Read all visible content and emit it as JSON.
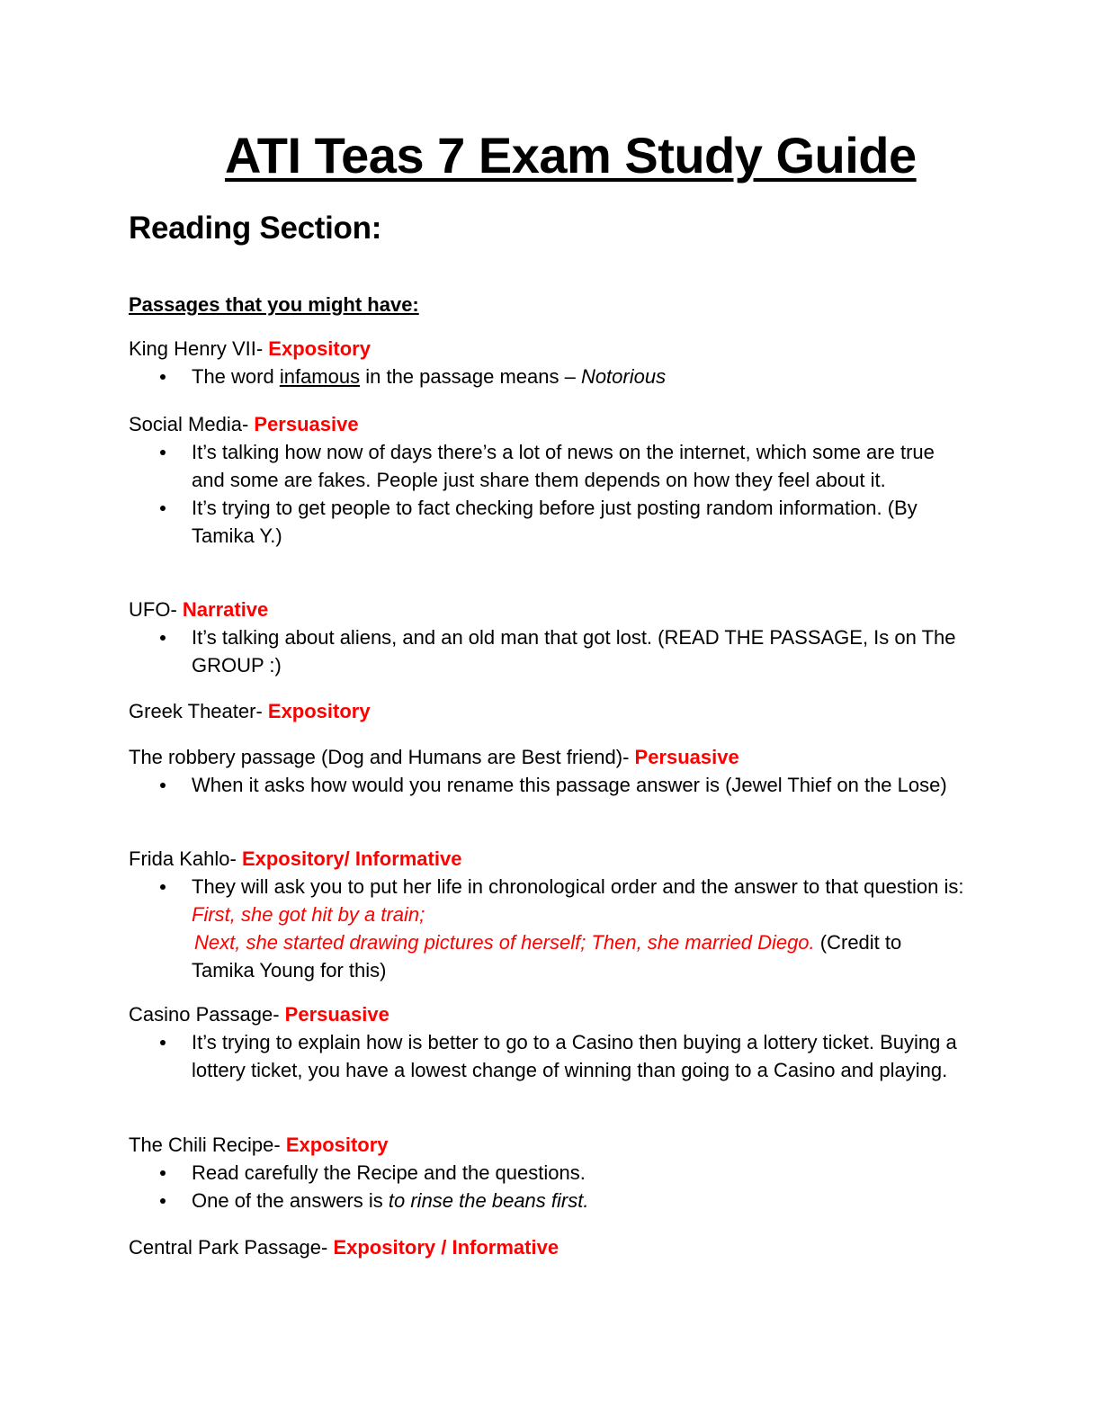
{
  "document": {
    "title": "ATI Teas 7 Exam Study Guide",
    "section_heading": "Reading Section:",
    "subheading": "Passages that you might have:",
    "accent_color": "#ff0000"
  },
  "passages": [
    {
      "name": "King Henry VII- ",
      "type": "Expository",
      "bullets": [
        {
          "pre": "The word ",
          "underlined": "infamous",
          "mid": " in the passage means – ",
          "italic": "Notorious"
        }
      ]
    },
    {
      "name": "Social Media- ",
      "type": "Persuasive",
      "bullets": [
        {
          "text": "It’s talking how now of days there’s a lot of news on the internet, which some are true and some are fakes. People just share them depends on how they feel about it."
        },
        {
          "text": "It’s trying to get people to fact checking before just posting random information. (By Tamika Y.)"
        }
      ]
    },
    {
      "name": "UFO- ",
      "type": "Narrative",
      "bullets": [
        {
          "text": "It’s talking about aliens, and an old man that got lost. (READ THE PASSAGE, Is on The GROUP :)"
        }
      ]
    },
    {
      "name": "Greek Theater- ",
      "type": "Expository",
      "bullets": []
    },
    {
      "name": "The robbery passage (Dog and Humans are Best friend)- ",
      "type": "Persuasive",
      "bullets": [
        {
          "text": "When it asks how would you rename this passage answer is (Jewel Thief on the Lose)"
        }
      ]
    },
    {
      "name": "Frida Kahlo- ",
      "type": "Expository/ Informative",
      "bullets": [
        {
          "pre": "They will ask you to put her life in chronological order and the answer to that question is: ",
          "red_italic_1": "First, she got hit by a train;",
          "red_italic_2": "Next, she started drawing pictures of herself; Then, she married Diego.",
          "post": " (Credit to Tamika Young for this)"
        }
      ]
    },
    {
      "name": "Casino Passage- ",
      "type": "Persuasive",
      "bullets": [
        {
          "text": "It’s trying to explain how is better to go to a Casino then buying a lottery ticket. Buying a lottery ticket, you have a lowest change of winning than going to a Casino and playing."
        }
      ]
    },
    {
      "name": "The Chili Recipe- ",
      "type": "Expository",
      "bullets": [
        {
          "text": "Read carefully the Recipe and the questions."
        },
        {
          "pre": "One of the answers is ",
          "italic": "to rinse the beans first."
        }
      ]
    },
    {
      "name": "Central Park Passage- ",
      "type": "Expository / Informative",
      "bullets": []
    }
  ]
}
